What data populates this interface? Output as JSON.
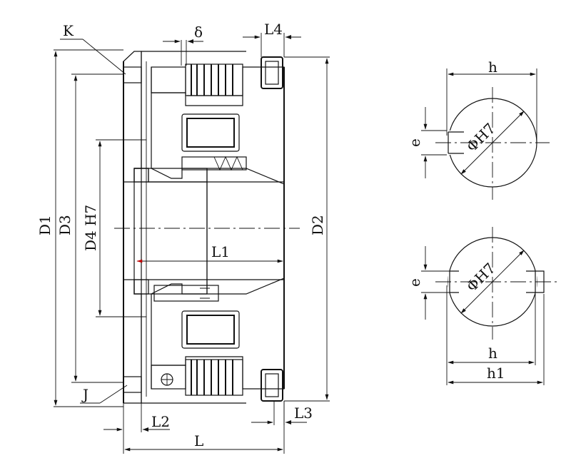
{
  "main_view": {
    "labels": {
      "K": "K",
      "J": "J",
      "delta": "δ",
      "L4": "L4",
      "D1": "D1",
      "D3": "D3",
      "D4H7": "D4 H7",
      "D2": "D2",
      "L1": "L1",
      "L2": "L2",
      "L3": "L3",
      "L": "L"
    }
  },
  "bore_detail_single_key": {
    "labels": {
      "h": "h",
      "e": "e",
      "phiH7": "ΦH7"
    }
  },
  "bore_detail_double_key": {
    "labels": {
      "e": "e",
      "phiH7": "ΦH7",
      "h": "h",
      "h1": "h1"
    }
  },
  "colors": {
    "line": "#111111",
    "arrow_accent": "#c00000",
    "background": "#ffffff"
  }
}
